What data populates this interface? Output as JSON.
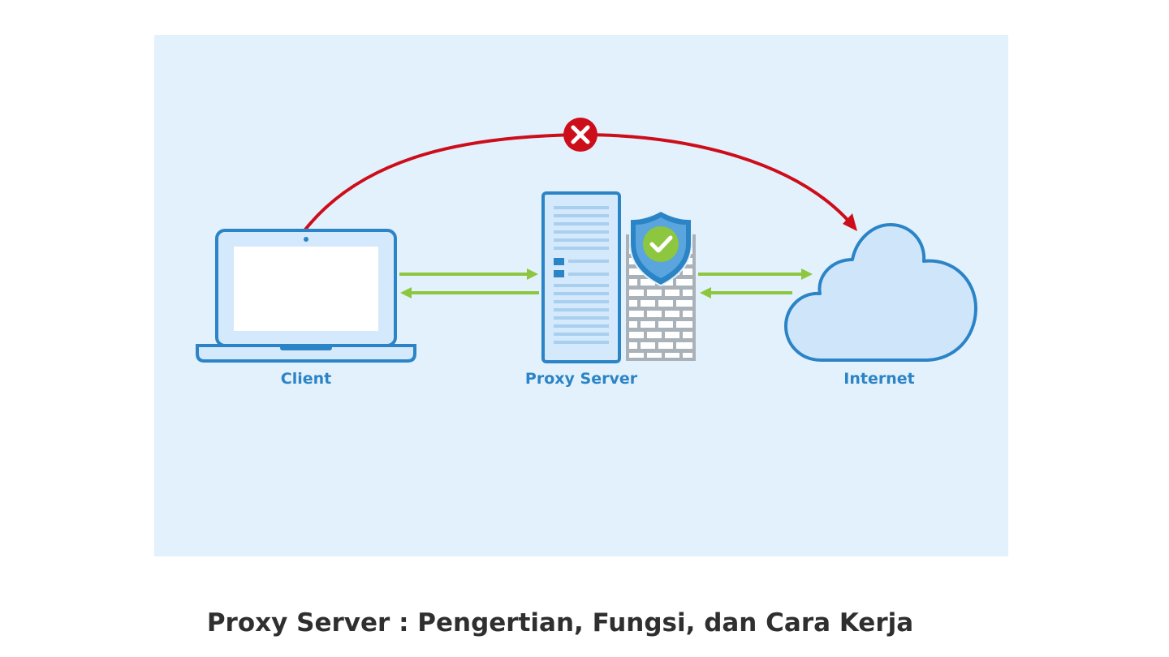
{
  "diagram": {
    "nodes": {
      "client": "Client",
      "proxy": "Proxy Server",
      "internet": "Internet"
    },
    "colors": {
      "background": "#e3f1fc",
      "device_stroke": "#2b84c6",
      "device_fill": "#cfe6fa",
      "allowed_arrow": "#8dc63f",
      "blocked_arrow": "#cc0e1a",
      "shield": "#2b84c6",
      "check": "#8dc63f",
      "firewall": "#a9b2b9"
    },
    "icons": [
      "laptop-icon",
      "server-icon",
      "firewall-icon",
      "shield-check-icon",
      "cloud-icon",
      "blocked-x-icon"
    ]
  },
  "caption": "Proxy Server : Pengertian, Fungsi, dan Cara Kerja"
}
